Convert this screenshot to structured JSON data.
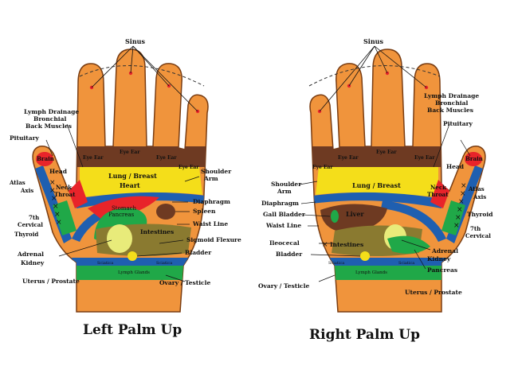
{
  "colors": {
    "skin": "#f0943c",
    "skin_outline": "#7a3d12",
    "brown": "#6e3a22",
    "yellow": "#f4de1a",
    "blue": "#1f5fb0",
    "green": "#20a848",
    "red": "#e8242a",
    "olive": "#8a7a30",
    "sinus_dot": "#e8242a"
  },
  "left_hand": {
    "title": "Left Palm Up",
    "sinus": "Sinus",
    "eye_ear": [
      "Eye Ear",
      "Eye Ear",
      "Eye Ear",
      "Eye Ear"
    ],
    "zones": {
      "brain": "Brain",
      "head": "Head",
      "neck_throat": [
        "Neck",
        "Throat"
      ],
      "lung_breast": "Lung / Breast",
      "heart": "Heart",
      "stomach_pancreas": [
        "Stomach",
        "Pancreas"
      ],
      "intestines": "Intestines",
      "lymph_glands": "Lymph Glands",
      "sciatica_left": "Sciatica",
      "sciatica_right": "Sciatica"
    },
    "labels": {
      "lymph_drainage": "Lymph Drainage",
      "bronchial": "Bronchial",
      "back_muscles": "Back Muscles",
      "pituitary": "Pituitary",
      "atlas": "Atlas",
      "axis": "Axis",
      "cervical_7th": "7th",
      "cervical_word": "Cervical",
      "thyroid": "Thyroid",
      "adrenal": "Adrenal",
      "kidney": "Kidney",
      "uterus_prostate": "Uterus / Prostate",
      "shoulder": "Shoulder",
      "arm": "Arm",
      "diaphragm": "Diaphragm",
      "spleen": "Spleen",
      "waist_line": "Waist Line",
      "sigmoid_flexure": "Sigmoid Flexure",
      "bladder": "Bladder",
      "ovary_testicle": "Ovary / Testicle"
    }
  },
  "right_hand": {
    "title": "Right Palm Up",
    "sinus": "Sinus",
    "eye_ear": [
      "Eye Ear",
      "Eye Ear",
      "Eye Ear",
      "Eye Ear"
    ],
    "zones": {
      "brain": "Brain",
      "head": "Head",
      "neck_throat": [
        "Neck",
        "Throat"
      ],
      "lung_breast": "Lung / Breast",
      "liver": "Liver",
      "intestines": "Intestines",
      "lymph_glands": "Lymph Glands",
      "sciatica_left": "Sciatica",
      "sciatica_right": "Sciatica"
    },
    "labels": {
      "lymph_drainage": "Lymph Drainage",
      "bronchial": "Bronchial",
      "back_muscles": "Back Muscles",
      "pituitary": "Pituitary",
      "shoulder": "Shoulder",
      "arm": "Arm",
      "diaphragm": "Diaphragm",
      "gall_bladder": "Gall Bladder",
      "waist_line": "Waist Line",
      "ileocecal": "Ileocecal",
      "bladder": "Bladder",
      "ovary_testicle": "Ovary / Testicle",
      "atlas": "Atlas",
      "axis": "Axis",
      "thyroid": "Thyroid",
      "cervical_7th": "7th",
      "cervical_word": "Cervical",
      "adrenal": "Adrenal",
      "kidney": "Kidney",
      "pancreas": "Pancreas",
      "uterus_prostate": "Uterus / Prostate"
    }
  }
}
